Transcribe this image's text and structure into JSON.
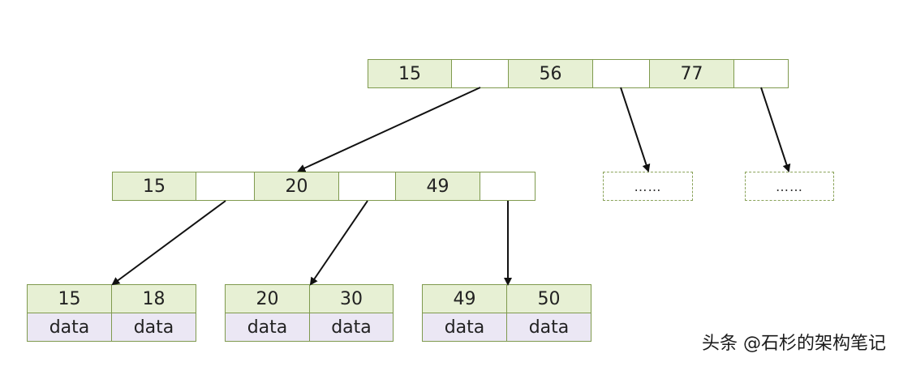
{
  "root": {
    "keys": [
      "15",
      "56",
      "77"
    ]
  },
  "level2": {
    "keys": [
      "15",
      "20",
      "49"
    ]
  },
  "placeholders": [
    "……",
    "……"
  ],
  "leaves": [
    {
      "keys": [
        "15",
        "18"
      ],
      "data": [
        "data",
        "data"
      ]
    },
    {
      "keys": [
        "20",
        "30"
      ],
      "data": [
        "data",
        "data"
      ]
    },
    {
      "keys": [
        "49",
        "50"
      ],
      "data": [
        "data",
        "data"
      ]
    }
  ],
  "watermark": "头条 @石杉的架构笔记",
  "colors": {
    "key_fill": "#e7f0d4",
    "data_fill": "#ebe7f4",
    "border": "#7f9a4e",
    "arrow": "#111111"
  }
}
